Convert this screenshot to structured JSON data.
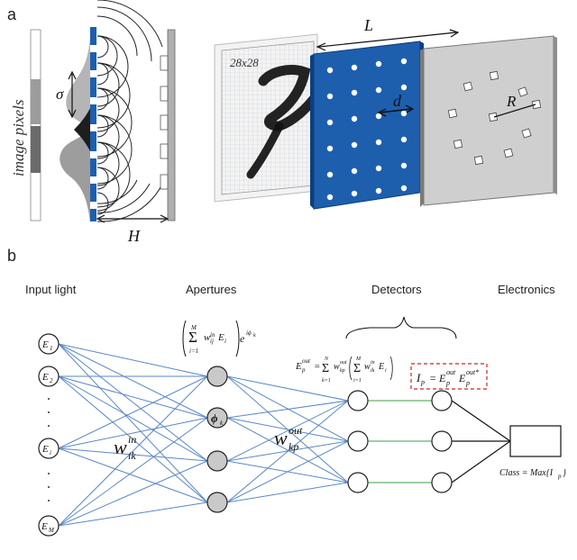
{
  "panel_a": {
    "label": "a",
    "axis_label": "image pixels",
    "sigma": "σ",
    "H": "H",
    "L": "L",
    "grid_label": "28x28",
    "d": "d",
    "R": "R"
  },
  "panel_b": {
    "label": "b",
    "headers": {
      "input": "Input light",
      "apertures": "Apertures",
      "detectors": "Detectors",
      "electronics": "Electronics"
    },
    "inputs": [
      "E",
      "E",
      "E",
      "E"
    ],
    "input_subs": [
      "1",
      "2",
      "i",
      "M"
    ],
    "w_in": "w",
    "w_in_sup": "in",
    "w_in_sub": "ik",
    "w_out": "w",
    "w_out_sup": "out",
    "w_out_sub": "kp",
    "phi": "ϕ",
    "phi_sub": "k",
    "class_label": "Class = Max{I",
    "class_sub": "p",
    "class_close": "}"
  }
}
